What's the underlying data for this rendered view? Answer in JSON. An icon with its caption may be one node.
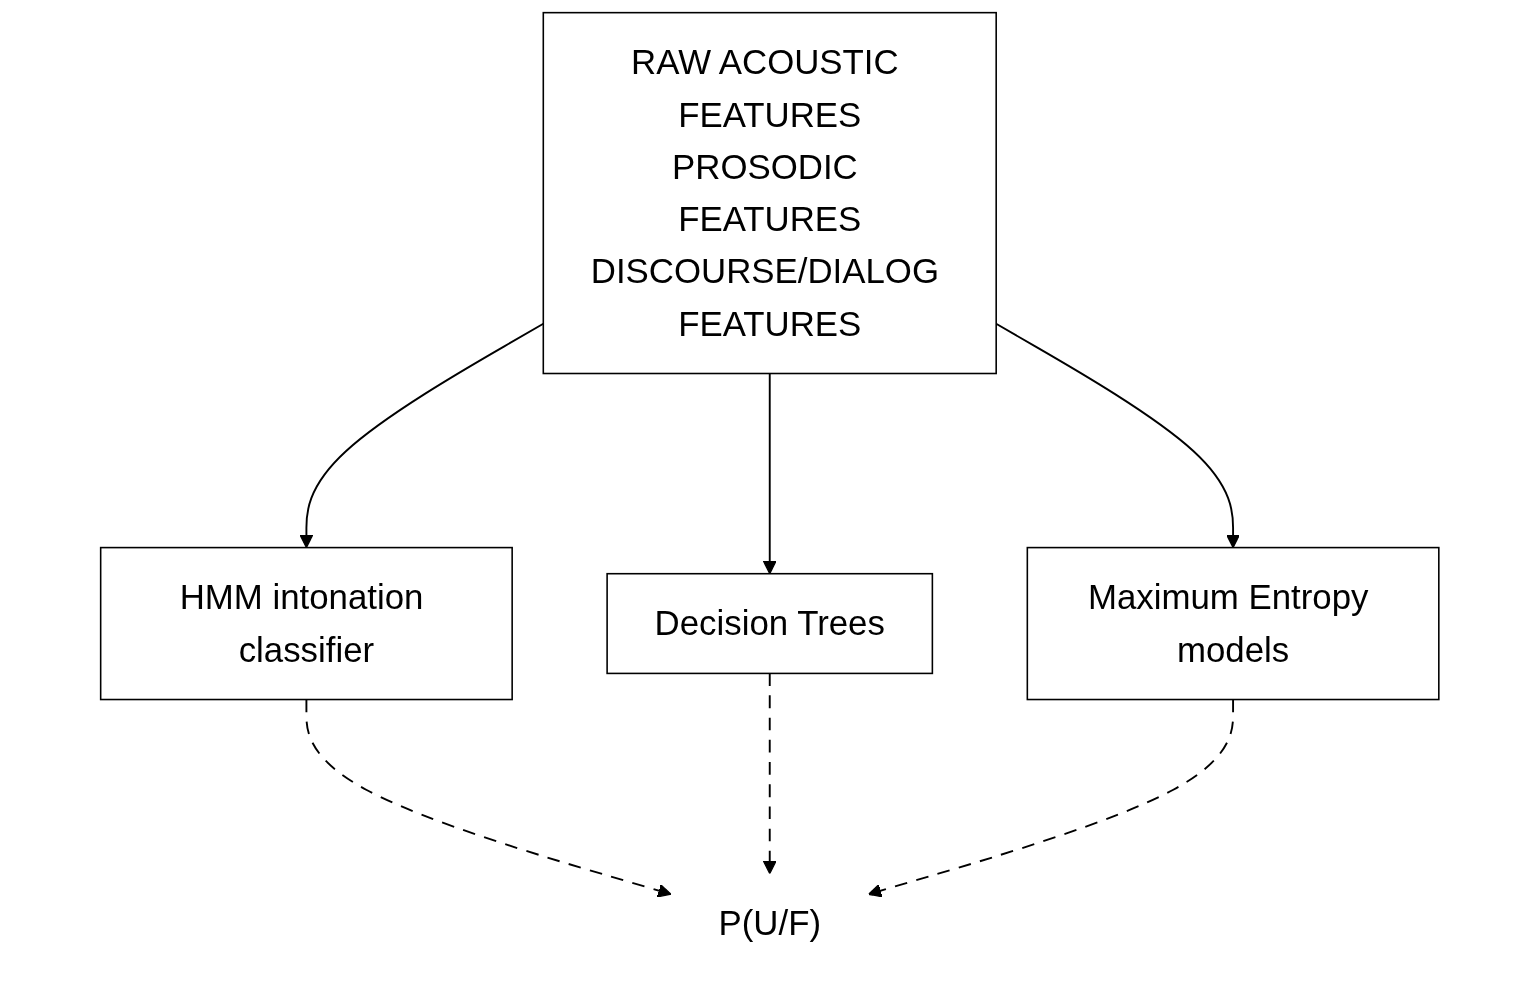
{
  "diagram": {
    "nodes": [
      {
        "text": [
          "RAW ACOUSTIC FEATURES",
          "PROSODIC FEATURES",
          "DISCOURSE/DIALOG FEATURES"
        ]
      },
      {
        "text": [
          "HMM intonation classifier"
        ]
      },
      {
        "text": [
          "Decision Trees"
        ]
      },
      {
        "text": [
          "Maximum Entropy models"
        ]
      },
      {
        "text": [
          "P(U/F)"
        ]
      }
    ],
    "edges": [
      {
        "from": 0,
        "to": 1,
        "arrow": "to"
      },
      {
        "from": 0,
        "to": 2,
        "arrow": "to"
      },
      {
        "from": 0,
        "to": 3,
        "arrow": "to"
      },
      {
        "from": 1,
        "to": 4,
        "arrow": "to",
        "style": "dashed"
      },
      {
        "from": 2,
        "to": 4,
        "arrow": "to",
        "style": "dashed"
      },
      {
        "from": 3,
        "to": 4,
        "arrow": "to",
        "style": "dashed"
      }
    ]
  }
}
